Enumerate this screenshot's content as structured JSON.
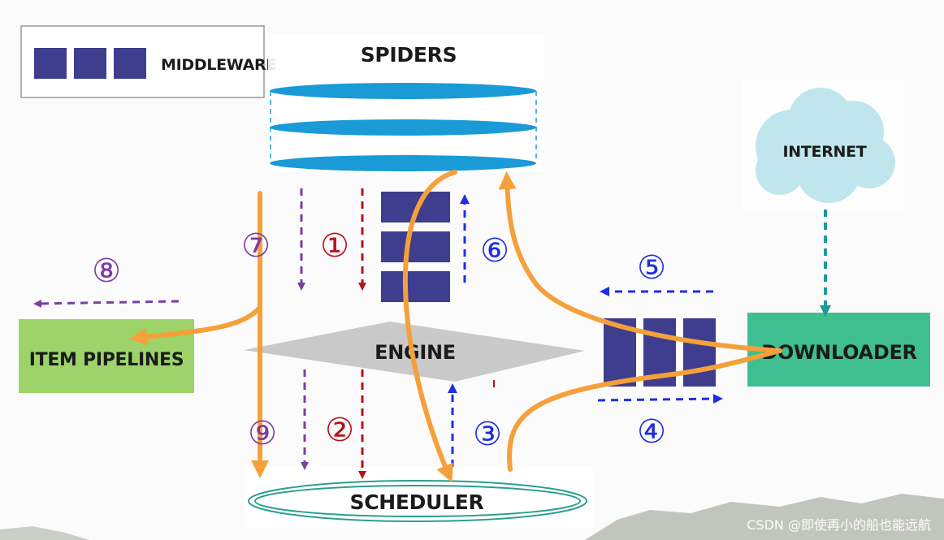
{
  "legend": {
    "label": "MIDDLEWARE"
  },
  "nodes": {
    "spiders": "SPIDERS",
    "engine": "ENGINE",
    "scheduler": "SCHEDULER",
    "downloader": "DOWNLOADER",
    "item_pipelines": "ITEM PIPELINES",
    "internet": "INTERNET"
  },
  "steps": {
    "s1": "①",
    "s2": "②",
    "s3": "③",
    "s4": "④",
    "s5": "⑤",
    "s6": "⑥",
    "s7": "⑦",
    "s8": "⑧",
    "s9": "⑨"
  },
  "colors": {
    "purple": "#7b3ea3",
    "red": "#b5121b",
    "blue": "#1f2ee0",
    "orange": "#f5a03a",
    "teal": "#1f9a95",
    "middleware_block": "#3e3d8e",
    "spiders_blue": "#1a9ad6",
    "engine_gray": "#c9c9c9",
    "downloader_green": "#3fbf8f",
    "pipelines_green": "#9ed36a",
    "cloud": "#bfe6ec"
  },
  "watermark": "CSDN @即使再小的船也能远航"
}
